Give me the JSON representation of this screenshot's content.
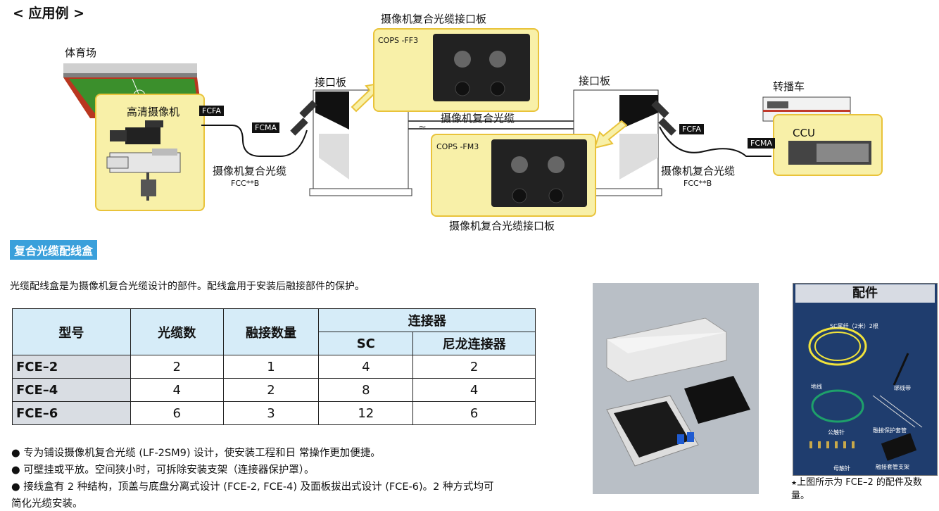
{
  "diagram": {
    "heading": "< 应用例 >",
    "stadium_label": "体育场",
    "camera_label": "高清摄像机",
    "fcfa_left": "FCFA",
    "fcma_left": "FCMA",
    "interface_left": "接口板",
    "cable_left": "摄像机复合光缆",
    "cable_left_model": "FCC**B",
    "panel_top_title": "摄像机复合光缆接口板",
    "panel_top_model": "COPS -FF3",
    "cable_middle": "摄像机复合光缆",
    "panel_bottom_model": "COPS -FM3",
    "panel_bottom_title": "摄像机复合光缆接口板",
    "interface_right": "接口板",
    "truck_label": "转播车",
    "ccu_label": "CCU",
    "fcfa_right": "FCFA",
    "fcma_right": "FCMA",
    "cable_right": "摄像机复合光缆",
    "cable_right_model": "FCC**B"
  },
  "section": {
    "title": "复合光缆配线盒",
    "intro": "光缆配线盒是为摄像机复合光缆设计的部件。配线盒用于安装后融接部件的保护。"
  },
  "table": {
    "h_model": "型号",
    "h_cables": "光缆数",
    "h_splices": "融接数量",
    "h_connectors": "连接器",
    "h_sc": "SC",
    "h_nylon": "尼龙连接器",
    "rows": [
      {
        "model": "FCE–2",
        "cables": "2",
        "splices": "1",
        "sc": "4",
        "nylon": "2"
      },
      {
        "model": "FCE–4",
        "cables": "4",
        "splices": "2",
        "sc": "8",
        "nylon": "4"
      },
      {
        "model": "FCE–6",
        "cables": "6",
        "splices": "3",
        "sc": "12",
        "nylon": "6"
      }
    ]
  },
  "bullets": [
    "● 专为铺设摄像机复合光缆 (LF-2SM9) 设计，使安装工程和日 常操作更加便捷。",
    "● 可壁挂或平放。空间狭小时，可拆除安装支架（连接器保护罩）。",
    "● 接线盒有 2 种结构，顶盖与底盘分离式设计 (FCE-2, FCE-4) 及面板拔出式设计 (FCE-6)。2 种方式均可",
    "简化光缆安装。"
  ],
  "accessories": {
    "title": "配件",
    "labels": [
      "SC尾纤（2米）2根",
      "地线",
      "绑线带",
      "公触针",
      "融接保护套管",
      "母触针",
      "融接套管支架"
    ],
    "note_star": "★",
    "note": "上图所示为 FCE–2 的配件及数量。"
  },
  "colors": {
    "highlight_fill": "#f8f0a8",
    "highlight_border": "#e9c33a",
    "section_blue": "#3aa0db",
    "table_header": "#d6ecf8"
  }
}
